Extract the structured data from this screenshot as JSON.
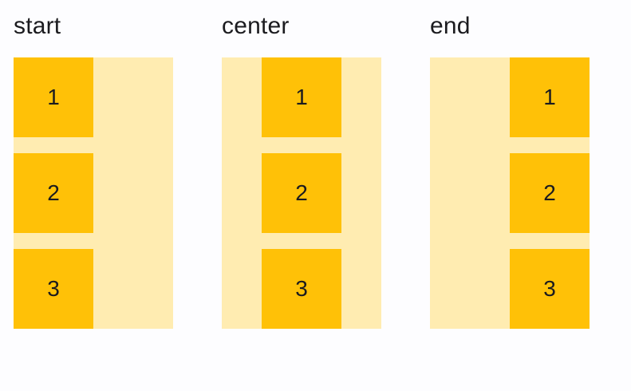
{
  "groups": [
    {
      "label": "start",
      "alignment": "start",
      "items": [
        "1",
        "2",
        "3"
      ]
    },
    {
      "label": "center",
      "alignment": "center",
      "items": [
        "1",
        "2",
        "3"
      ]
    },
    {
      "label": "end",
      "alignment": "end",
      "items": [
        "1",
        "2",
        "3"
      ]
    }
  ],
  "colors": {
    "page-bg": "#fdfdff",
    "container-bg": "#ffecb1",
    "item-bg": "#ffc107",
    "text": "#1b1b1f"
  }
}
